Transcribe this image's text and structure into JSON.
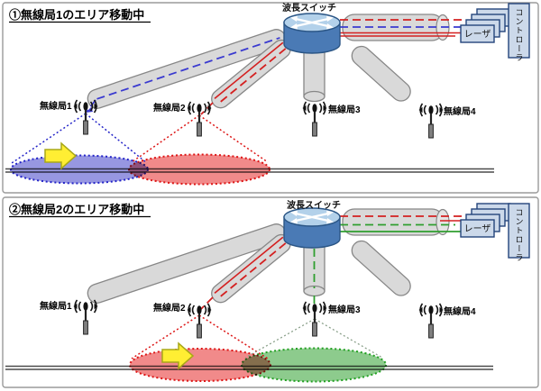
{
  "colors": {
    "blue_line": "#3a3ad0",
    "red_line": "#d42020",
    "green_line": "#2f9e2f",
    "tube_fill": "#d9d9d9",
    "switch_body": "#4a7ab5",
    "switch_top": "#b3d1ea",
    "box_fill": "#ccd9ea",
    "box_border": "#24457c",
    "ellipse_blue": "#8585dc",
    "ellipse_red": "#ee7575",
    "ellipse_green": "#79c279",
    "arrow_yellow": "#ffee33",
    "arrow_border": "#a8a818",
    "rail": "#4a4a4a",
    "panel_border": "#9a9a9a"
  },
  "panels": [
    {
      "title": "①無線局1のエリア移動中",
      "switch_label": "波長スイッチ",
      "laser_label": "レーザ",
      "controller_label": "コントローラ",
      "stations": [
        {
          "label": "無線局1"
        },
        {
          "label": "無線局2"
        },
        {
          "label": "無線局3"
        },
        {
          "label": "無線局4"
        }
      ]
    },
    {
      "title": "②無線局2のエリア移動中",
      "switch_label": "波長スイッチ",
      "laser_label": "レーザ",
      "controller_label": "コントローラ",
      "stations": [
        {
          "label": "無線局1"
        },
        {
          "label": "無線局2"
        },
        {
          "label": "無線局3"
        },
        {
          "label": "無線局4"
        }
      ]
    }
  ]
}
